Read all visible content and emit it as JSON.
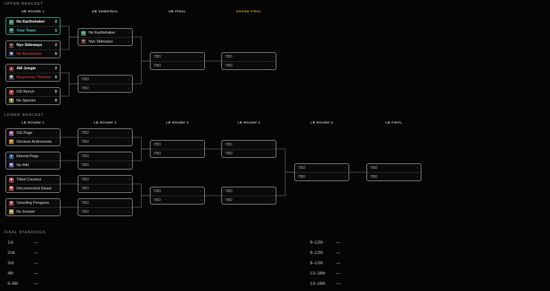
{
  "upper_bracket": {
    "title": "UPPER BRACKET",
    "columns": [
      "UB ROUND 1",
      "UB SEMIFINAL",
      "UB FINAL",
      "GRAND FINAL"
    ],
    "round1": [
      {
        "teams": [
          {
            "name": "No Earthshaker",
            "score": "2",
            "icon": "earthshaker-icon",
            "glyph": "☠",
            "color": "#3a8a5a"
          },
          {
            "name": "Your Team",
            "score": "1",
            "icon": "star-icon",
            "glyph": "★",
            "color": "#2a6a60"
          }
        ]
      },
      {
        "teams": [
          {
            "name": "Nyx Sideways",
            "score": "2",
            "icon": "nyx-icon",
            "glyph": "✶",
            "color": "#5a3a2a"
          },
          {
            "name": "No Bristleback",
            "score": "0",
            "icon": "bristleback-icon",
            "glyph": "◆",
            "color": "#2a3a5a"
          }
        ]
      },
      {
        "teams": [
          {
            "name": "AM Jungle",
            "score": "2",
            "icon": "am-icon",
            "glyph": "▲",
            "color": "#7a2a2a"
          },
          {
            "name": "Megacreep Throwers",
            "score": "0",
            "icon": "megacreep-icon",
            "glyph": "◉",
            "color": "#4a4a5a"
          }
        ]
      },
      {
        "teams": [
          {
            "name": "OD Bench",
            "score": "0",
            "icon": "od-icon",
            "glyph": "●",
            "color": "#aa3a3a"
          },
          {
            "name": "No Spectre",
            "score": "0",
            "icon": "spectre-icon",
            "glyph": "◈",
            "color": "#8a7a2a"
          }
        ]
      }
    ],
    "semifinal": [
      {
        "teams": [
          {
            "name": "No Earthshaker",
            "score": "-",
            "icon": "earthshaker-icon",
            "glyph": "☠",
            "color": "#3a8a5a"
          },
          {
            "name": "Nyx Sideways",
            "score": "-",
            "icon": "nyx-icon",
            "glyph": "✶",
            "color": "#5a3a2a"
          }
        ]
      },
      {
        "teams": [
          {
            "name": "TBD",
            "score": "-"
          },
          {
            "name": "TBD",
            "score": "-"
          }
        ]
      }
    ],
    "final": [
      {
        "teams": [
          {
            "name": "TBD",
            "score": "-"
          },
          {
            "name": "TBD",
            "score": "-"
          }
        ]
      }
    ],
    "grand_final": [
      {
        "teams": [
          {
            "name": "TBD",
            "score": "-"
          },
          {
            "name": "TBD",
            "score": "-"
          }
        ]
      }
    ]
  },
  "lower_bracket": {
    "title": "LOWER BRACKET",
    "columns": [
      "LB ROUND 1",
      "LB ROUND 2",
      "LB ROUND 3",
      "LB ROUND 4",
      "LB ROUND 5",
      "LB FINAL"
    ],
    "round1": [
      {
        "teams": [
          {
            "name": "GG Pugs",
            "score": "-",
            "icon": "gg-icon",
            "glyph": "✪",
            "color": "#8a4a8a"
          },
          {
            "name": "Glorious Andromedas",
            "score": "-",
            "icon": "andromeda-icon",
            "glyph": "♛",
            "color": "#aa6a2a"
          }
        ]
      },
      {
        "teams": [
          {
            "name": "Eternal Pugs",
            "score": "-",
            "icon": "eternal-icon",
            "glyph": "✦",
            "color": "#2a5a8a"
          },
          {
            "name": "No Riki",
            "score": "-",
            "icon": "riki-icon",
            "glyph": "☻",
            "color": "#5a5a9a"
          }
        ]
      },
      {
        "teams": [
          {
            "name": "Tilted Couriers",
            "score": "-",
            "icon": "courier-icon",
            "glyph": "✚",
            "color": "#aa3a4a"
          },
          {
            "name": "Disconnected Disasters",
            "score": "-",
            "icon": "disaster-icon",
            "glyph": "✖",
            "color": "#aa4a2a"
          }
        ]
      },
      {
        "teams": [
          {
            "name": "Smurfing Penguins",
            "score": "-",
            "icon": "penguin-icon",
            "glyph": "♜",
            "color": "#8a3a3a"
          },
          {
            "name": "No Invoker",
            "score": "-",
            "icon": "invoker-icon",
            "glyph": "◍",
            "color": "#aa8a2a"
          }
        ]
      }
    ],
    "round2": [
      {
        "teams": [
          {
            "name": "TBD",
            "score": "-"
          },
          {
            "name": "TBD",
            "score": "-"
          }
        ]
      },
      {
        "teams": [
          {
            "name": "TBD",
            "score": "-"
          },
          {
            "name": "TBD",
            "score": "-"
          }
        ]
      },
      {
        "teams": [
          {
            "name": "TBD",
            "score": "-"
          },
          {
            "name": "TBD",
            "score": "-"
          }
        ]
      },
      {
        "teams": [
          {
            "name": "TBD",
            "score": "-"
          },
          {
            "name": "TBD",
            "score": "-"
          }
        ]
      }
    ],
    "round3": [
      {
        "teams": [
          {
            "name": "TBD",
            "score": "-"
          },
          {
            "name": "TBD",
            "score": "-"
          }
        ]
      },
      {
        "teams": [
          {
            "name": "TBD",
            "score": "-"
          },
          {
            "name": "TBD",
            "score": "-"
          }
        ]
      }
    ],
    "round4": [
      {
        "teams": [
          {
            "name": "TBD",
            "score": "-"
          },
          {
            "name": "TBD",
            "score": "-"
          }
        ]
      },
      {
        "teams": [
          {
            "name": "TBD",
            "score": "-"
          },
          {
            "name": "TBD",
            "score": "-"
          }
        ]
      }
    ],
    "round5": [
      {
        "teams": [
          {
            "name": "TBD",
            "score": "-"
          },
          {
            "name": "TBD",
            "score": "-"
          }
        ]
      }
    ],
    "final": [
      {
        "teams": [
          {
            "name": "TBD",
            "score": "-"
          },
          {
            "name": "TBD",
            "score": "-"
          }
        ]
      }
    ]
  },
  "final_standings": {
    "title": "FINAL STANDINGS",
    "left": [
      {
        "place": "1st",
        "value": "—"
      },
      {
        "place": "2nd",
        "value": "—"
      },
      {
        "place": "3rd",
        "value": "—"
      },
      {
        "place": "4th",
        "value": "—"
      },
      {
        "place": "5–6th",
        "value": "—"
      }
    ],
    "right": [
      {
        "place": "9–12th",
        "value": "—"
      },
      {
        "place": "9–12th",
        "value": "—"
      },
      {
        "place": "9–12th",
        "value": "—"
      },
      {
        "place": "13–16th",
        "value": "—"
      },
      {
        "place": "13–16th",
        "value": "—"
      }
    ]
  },
  "colors": {
    "accent_teal": "#2fa890",
    "grand_final_gold": "#e0a030",
    "your_team": "#3fd6c6",
    "eliminated_red": "#e04848"
  }
}
